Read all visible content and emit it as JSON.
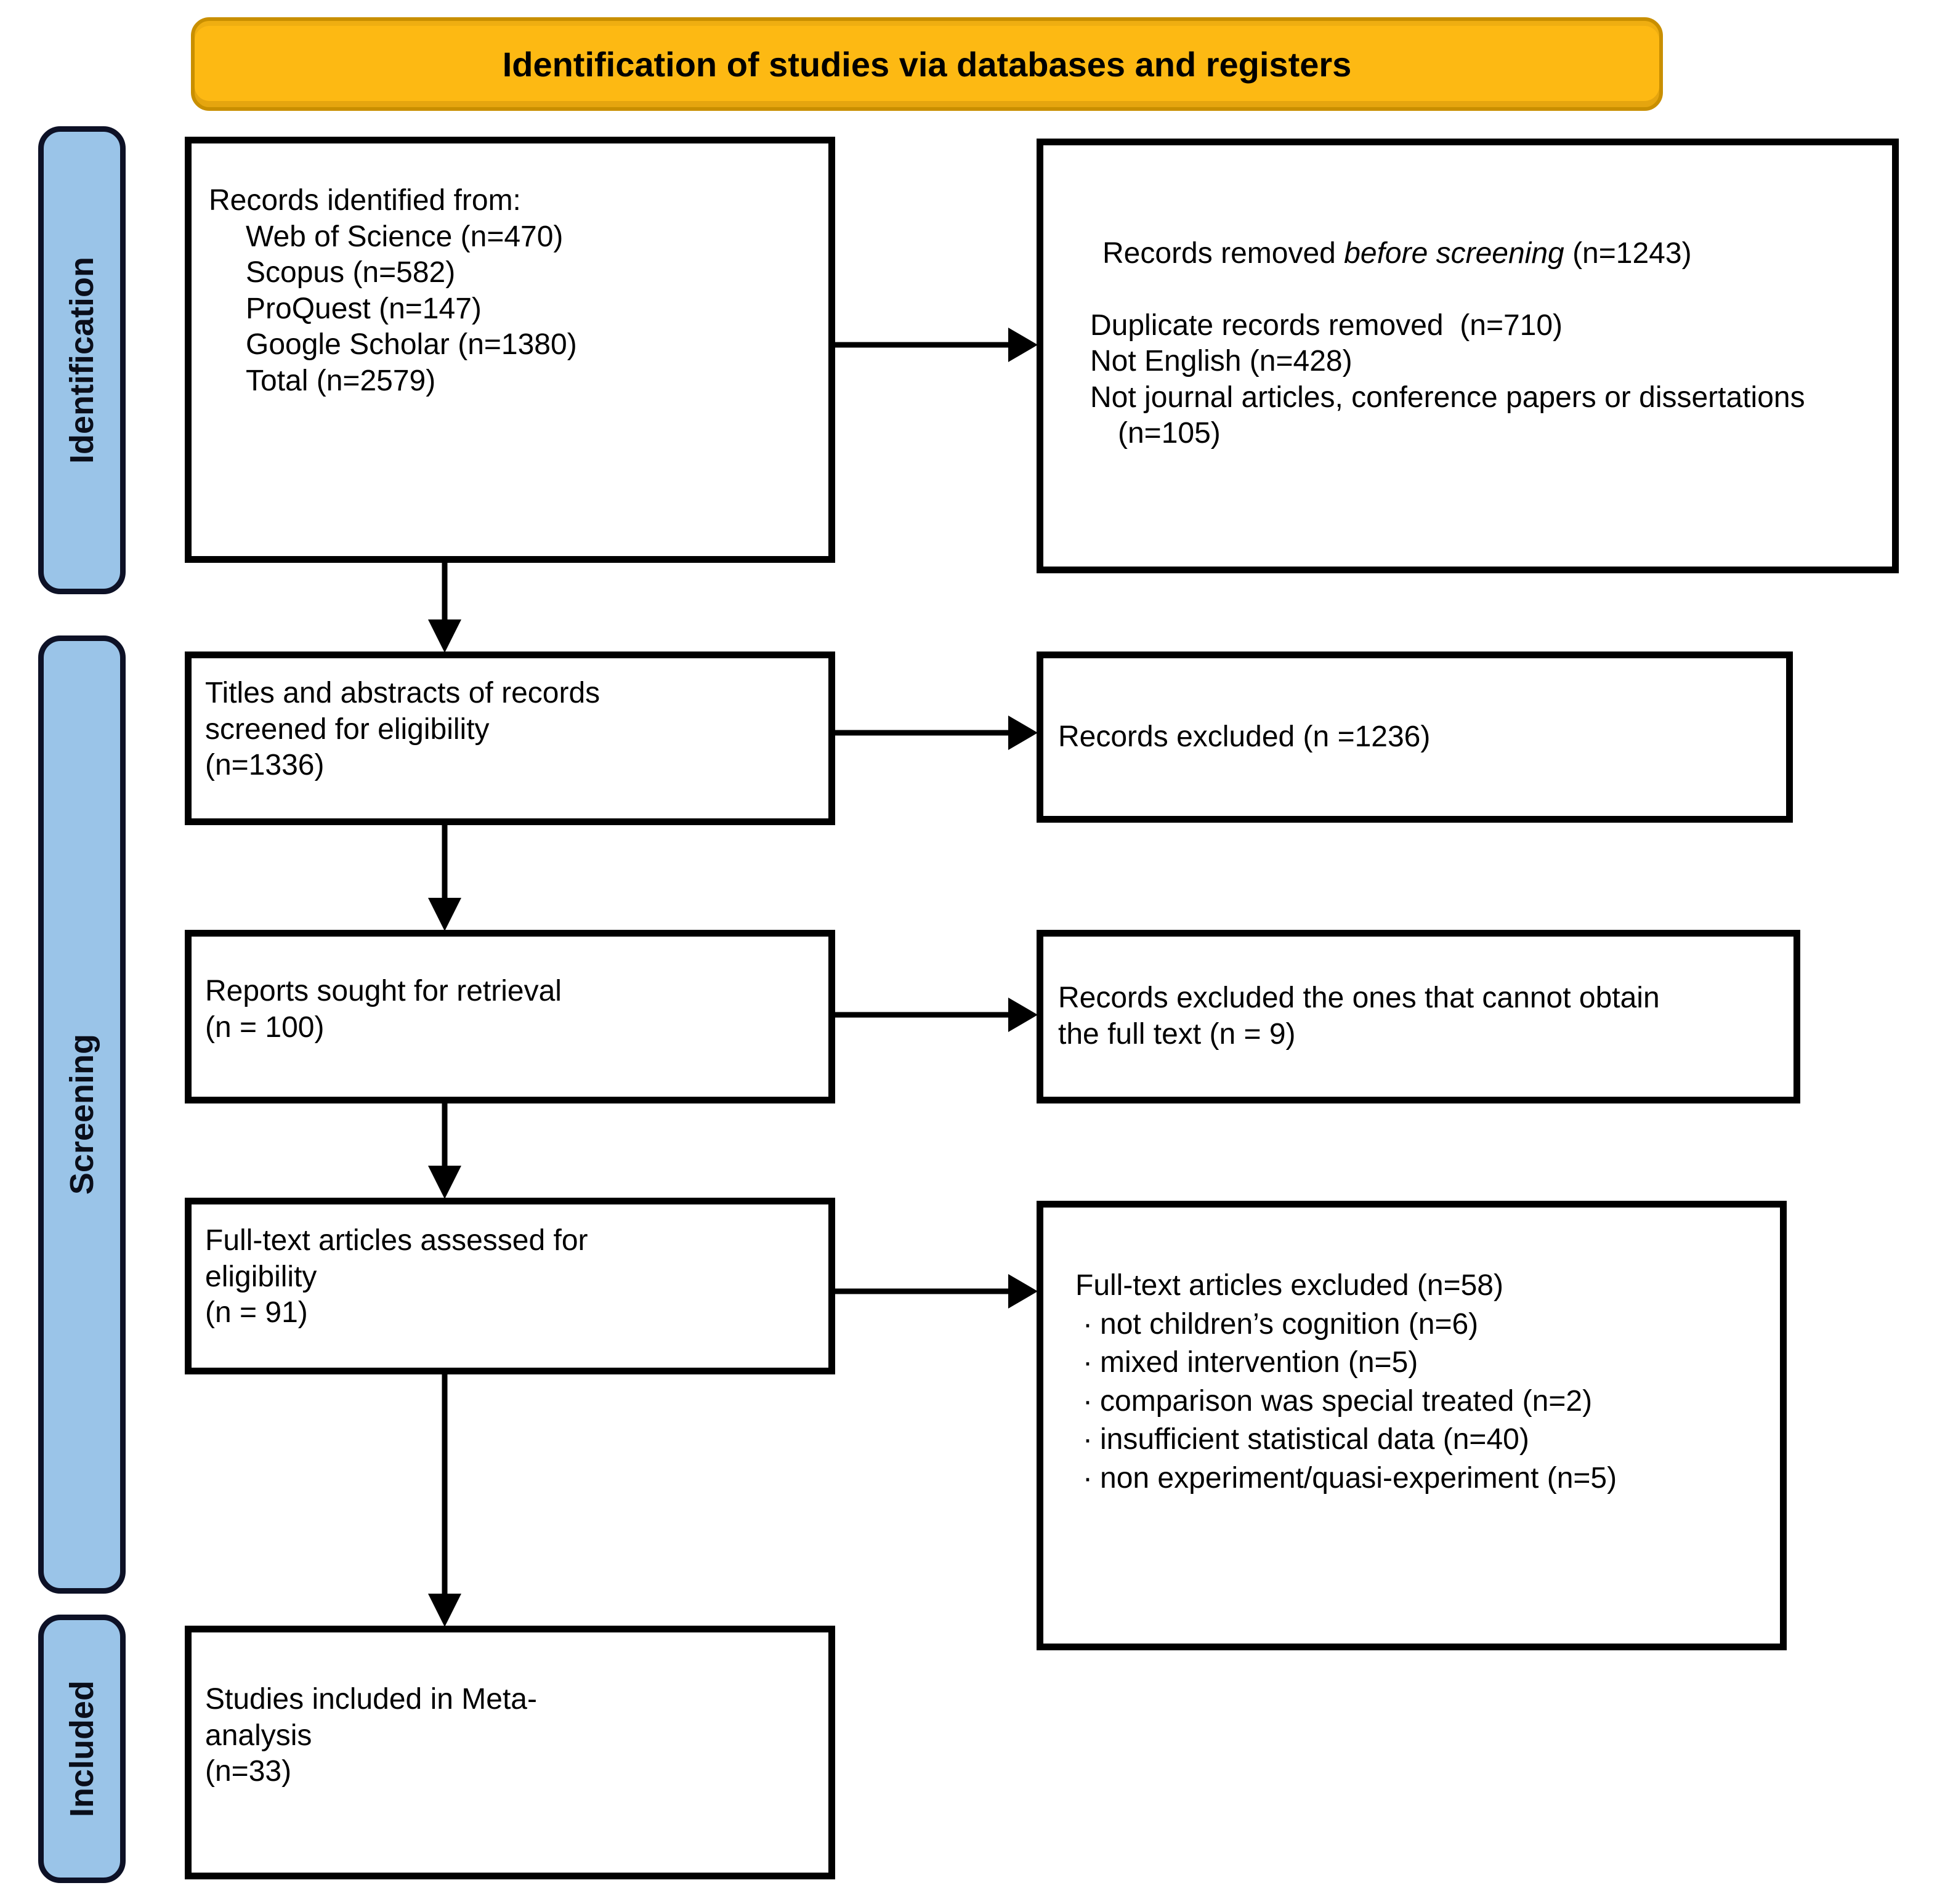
{
  "banner": {
    "label": "Identification of studies via databases and registers"
  },
  "colors": {
    "banner_bg": "#FDB913",
    "banner_border": "#C98F00",
    "stage_fill": "#9AC4E8",
    "stage_border": "#0D1126",
    "box_border": "#000000",
    "arrow": "#000000",
    "text": "#000000"
  },
  "stages": {
    "identification": "Identification",
    "screening": "Screening",
    "included": "Included"
  },
  "boxes": {
    "records_identified": {
      "title": "Records identified from:",
      "items": [
        "Web of Science (n=470)",
        "Scopus (n=582)",
        "ProQuest (n=147)",
        "Google Scholar (n=1380)",
        "Total (n=2579)"
      ]
    },
    "records_removed": {
      "title_prefix": "Records removed ",
      "title_emphasis": "before screening",
      "title_suffix": " (n=1243)",
      "items": [
        "Duplicate records removed  (n=710)",
        "Not English (n=428)",
        "Not journal articles, conference papers or dissertations (n=105)"
      ]
    },
    "titles_screened": {
      "lines": [
        "Titles and abstracts of records",
        "screened for eligibility",
        "(n=1336)"
      ]
    },
    "records_excluded": {
      "lines": [
        "Records excluded (n =1236)"
      ]
    },
    "reports_sought": {
      "lines": [
        "Reports sought for retrieval",
        "(n = 100)"
      ]
    },
    "records_not_retrieved": {
      "lines": [
        "Records excluded the ones that cannot obtain",
        "the full text (n = 9)"
      ]
    },
    "fulltext_assessed": {
      "lines": [
        "Full-text articles assessed for",
        "eligibility",
        "(n = 91)"
      ]
    },
    "fulltext_excluded": {
      "title": "Full-text articles excluded (n=58)",
      "bullet": "·",
      "items": [
        "not children’s cognition (n=6)",
        "mixed intervention (n=5)",
        "comparison was special treated (n=2)",
        "insufficient statistical data (n=40)",
        "non experiment/quasi-experiment (n=5)"
      ]
    },
    "studies_included": {
      "lines": [
        "Studies included in Meta-",
        "analysis",
        "(n=33)"
      ]
    }
  }
}
